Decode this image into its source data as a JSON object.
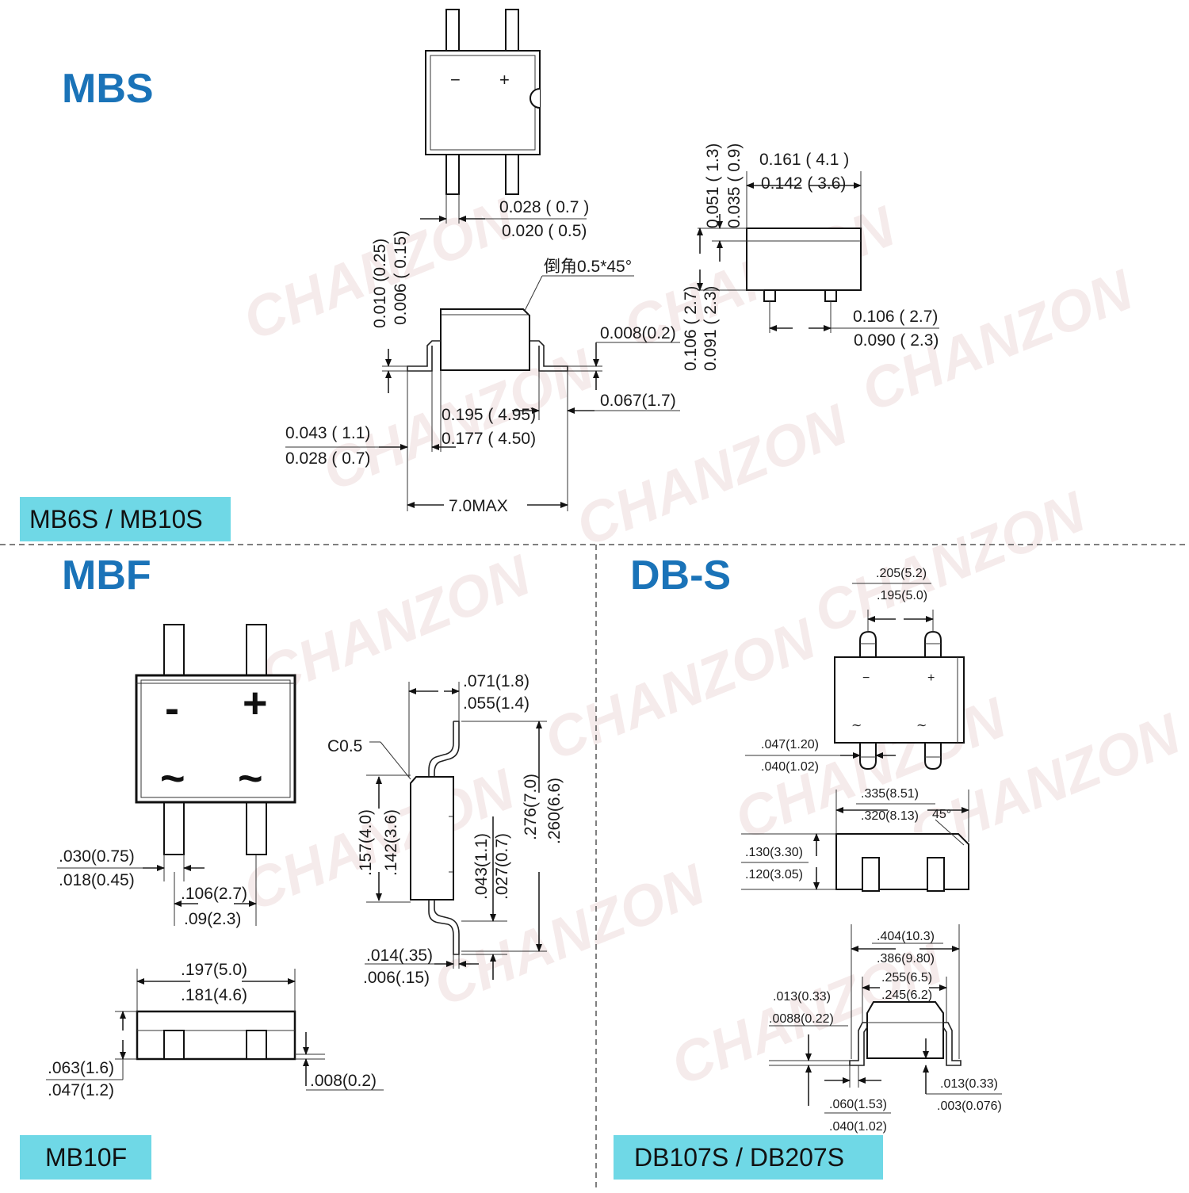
{
  "sections": {
    "mbs": {
      "title": "MBS",
      "tag": "MB6S / MB10S",
      "pin_marks": [
        "−",
        "+"
      ],
      "dims": {
        "lead_width_max": "0.028 ( 0.7 )",
        "lead_width_min": "0.020 ( 0.5)",
        "lead_thk_max": "0.010 (0.25)",
        "lead_thk_min": "0.006 ( 0.15)",
        "chamfer": "倒角0.5*45°",
        "standoff": "0.008(0.2)",
        "foot_len": "0.067(1.7)",
        "body_len_max": "0.195 ( 4.95)",
        "body_len_min": "0.177 ( 4.50)",
        "foot_w_max": "0.043 ( 1.1)",
        "foot_w_min": "0.028 ( 0.7)",
        "overall": "7.0MAX",
        "height_max": "0.106 ( 2.7)",
        "height_min": "0.091 ( 2.3)",
        "top_max": "0.051 ( 1.3)",
        "top_min": "0.035 ( 0.9)",
        "width_max": "0.161 ( 4.1 )",
        "width_min": "0.142 ( 3.6)",
        "pitch_max": "0.106 ( 2.7)",
        "pitch_min": "0.090 ( 2.3)"
      }
    },
    "mbf": {
      "title": "MBF",
      "tag": "MB10F",
      "pin_marks": [
        "-",
        "+",
        "~",
        "~"
      ],
      "dims": {
        "lead_w_max": ".030(0.75)",
        "lead_w_min": ".018(0.45)",
        "pitch_max": ".106(2.7)",
        "pitch_min": ".09(2.3)",
        "body_len_max": ".197(5.0)",
        "body_len_min": ".181(4.6)",
        "height_max": ".063(1.6)",
        "height_min": ".047(1.2)",
        "standoff": ".008(0.2)",
        "top_max": ".071(1.8)",
        "top_min": ".055(1.4)",
        "chamfer": "C0.5",
        "body_w_max": ".157(4.0)",
        "body_w_min": ".142(3.6)",
        "foot_max": ".043(1.1)",
        "foot_min": ".027(0.7)",
        "overall_max": ".276(7.0)",
        "overall_min": ".260(6.6)",
        "thk_max": ".014(.35)",
        "thk_min": ".006(.15)"
      }
    },
    "dbs": {
      "title": "DB-S",
      "tag": "DB107S / DB207S",
      "pin_marks": [
        "−",
        "+",
        "∼",
        "∼"
      ],
      "dims": {
        "pitch_max": ".205(5.2)",
        "pitch_min": ".195(5.0)",
        "lead_w_max": ".047(1.20)",
        "lead_w_min": ".040(1.02)",
        "body_len_max": ".335(8.51)",
        "body_len_min": ".320(8.13)",
        "angle": "45°",
        "height_max": ".130(3.30)",
        "height_min": ".120(3.05)",
        "overall_max": ".404(10.3)",
        "overall_min": ".386(9.80)",
        "body_w_max": ".255(6.5)",
        "body_w_min": ".245(6.2)",
        "thk_max": ".013(0.33)",
        "thk_min": ".0088(0.22)",
        "foot_max": ".060(1.53)",
        "foot_min": ".040(1.02)",
        "standoff_max": ".013(0.33)",
        "standoff_min": ".003(0.076)"
      }
    }
  },
  "watermark": "CHANZON"
}
